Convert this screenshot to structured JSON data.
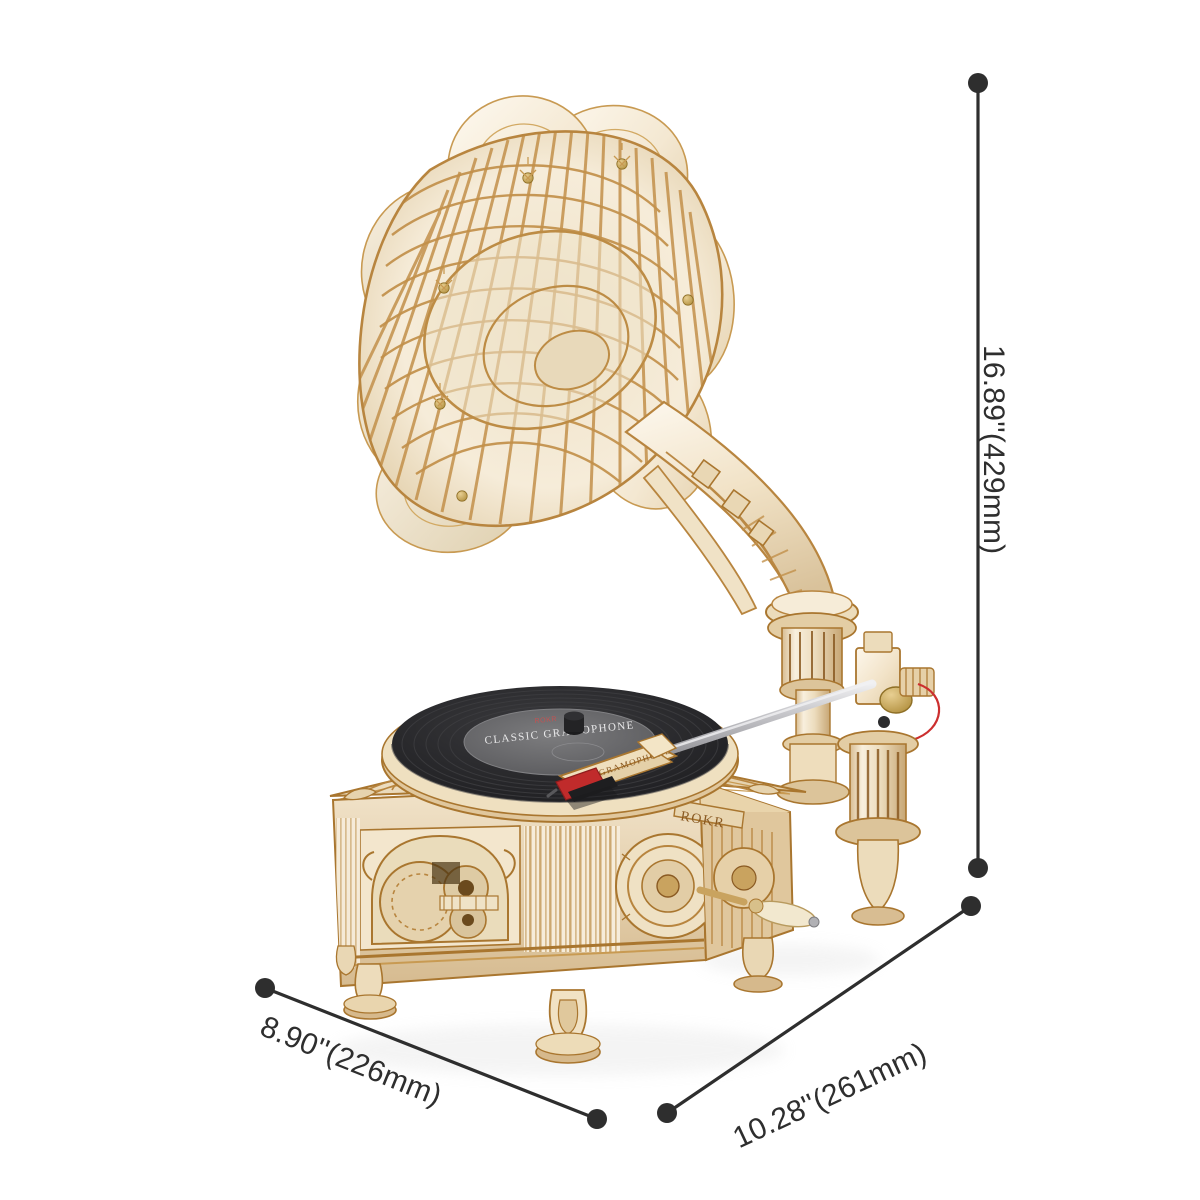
{
  "page": {
    "background_color": "#ffffff",
    "product_name": "Classic Gramophone",
    "brand": "ROKR",
    "record_label_text": "CLASSIC GRAMOPHONE",
    "base_plaque_text": "ROKR",
    "tonearm_text": "GRAMOPHONE"
  },
  "dimensions": {
    "height": {
      "label": "16.89''(429mm)",
      "inches": 16.89,
      "millimeters": 429,
      "orientation": "vertical",
      "axis": "height"
    },
    "width": {
      "label": "8.90''(226mm)",
      "inches": 8.9,
      "millimeters": 226,
      "orientation": "diagonal-down-right",
      "axis": "width"
    },
    "depth": {
      "label": "10.28''(261mm)",
      "inches": 10.28,
      "millimeters": 261,
      "orientation": "diagonal-up-right",
      "axis": "depth"
    }
  },
  "colors": {
    "annotation": "#2e2e2e",
    "background": "#ffffff",
    "wood_light": "#f3e7d2",
    "wood_pale": "#faf2e3",
    "wood_mid": "#e0c79d",
    "wood_dark": "#b88c54",
    "wood_edge": "#a9762f",
    "wood_deep": "#8a5a22",
    "engrave": "#c89a52",
    "vinyl": "#2a2a2c",
    "vinyl_label": "#6e6e70",
    "vinyl_red": "#b33a3a",
    "cartridge_red": "#c02b2b",
    "metal": "#c9c9cc",
    "brass": "#c9a659"
  },
  "product_parts": [
    {
      "name": "horn",
      "description": "flower-petal laser-cut plywood horn with radial slat ribs"
    },
    {
      "name": "horn-neck",
      "description": "curved segmented elbow tube"
    },
    {
      "name": "support-column",
      "description": "ornate fluted column"
    },
    {
      "name": "turntable-platter",
      "description": "round wooden platter"
    },
    {
      "name": "vinyl-record",
      "description": "black record with grey printed label"
    },
    {
      "name": "tonearm",
      "description": "metal rod with wooden head and red cartridge"
    },
    {
      "name": "base-cabinet",
      "description": "ornate box with visible gear mechanism"
    },
    {
      "name": "crank-handle",
      "description": "cream side crank"
    },
    {
      "name": "feet",
      "description": "four scrolled ornamental feet"
    }
  ]
}
